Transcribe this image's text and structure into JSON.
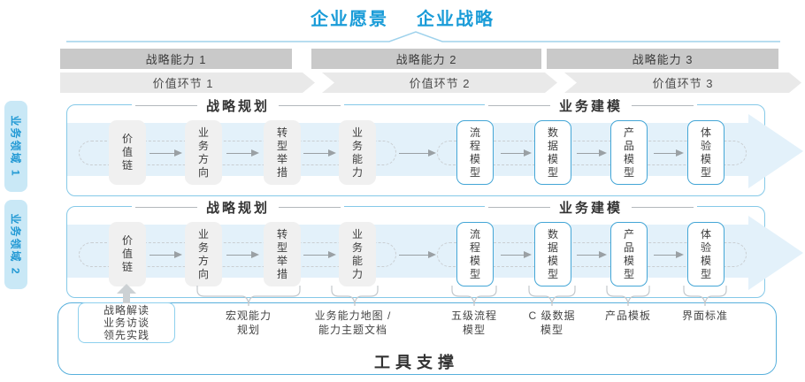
{
  "title": {
    "vision": "企业愿景",
    "strategy": "企业战略"
  },
  "capability_bars": [
    "战略能力 1",
    "战略能力 2",
    "战略能力 3"
  ],
  "value_links": [
    "价值环节 1",
    "价值环节 2",
    "价值环节 3"
  ],
  "domains": [
    "业务领域 1",
    "业务领域 2"
  ],
  "rows": [
    {
      "planning_header": "战略规划",
      "modeling_header": "业务建模",
      "planning_boxes": [
        "价值链",
        "业务方向",
        "转型举措",
        "业务能力"
      ],
      "modeling_boxes": [
        "流程模型",
        "数据模型",
        "产品模型",
        "体验模型"
      ]
    },
    {
      "planning_header": "战略规划",
      "modeling_header": "业务建模",
      "planning_boxes": [
        "价值链",
        "业务方向",
        "转型举措",
        "业务能力"
      ],
      "modeling_boxes": [
        "流程模型",
        "数据模型",
        "产品模型",
        "体验模型"
      ]
    }
  ],
  "practice_box": {
    "lines": [
      "战略解读",
      "业务访谈",
      "领先实践"
    ]
  },
  "annotations": [
    {
      "lines": [
        "宏观能力",
        "规划"
      ]
    },
    {
      "lines": [
        "业务能力地图 /",
        "能力主题文档"
      ]
    },
    {
      "lines": [
        "五级流程",
        "模型"
      ]
    },
    {
      "lines": [
        "C 级数据",
        "模型"
      ]
    },
    {
      "lines": [
        "产品模板"
      ]
    },
    {
      "lines": [
        "界面标准"
      ]
    }
  ],
  "tool_support": "工具支撑",
  "colors": {
    "accent_blue": "#1a9cd8",
    "lane_border": "#85c9e8",
    "band_blue": "#e3f1fa",
    "bar_gray": "#c9c9c9",
    "chevron_gray": "#e9e9e9",
    "box_gray": "#f0f0f0",
    "box_border_blue": "#44a6d6",
    "tool_border": "#58b0dc",
    "domain_tab_bg": "#c9e8f6"
  }
}
